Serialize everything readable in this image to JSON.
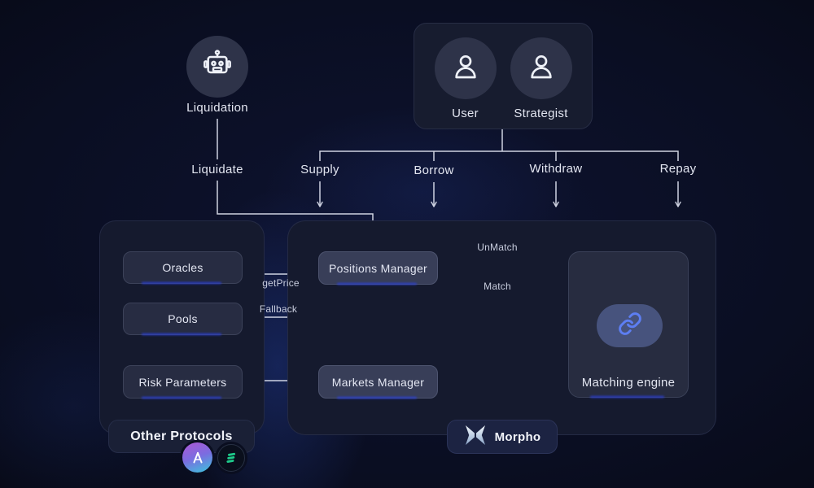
{
  "diagram": {
    "actors": {
      "liquidation": "Liquidation",
      "user": "User",
      "strategist": "Strategist"
    },
    "flows": {
      "liquidate": "Liquidate",
      "supply": "Supply",
      "borrow": "Borrow",
      "withdraw": "Withdraw",
      "repay": "Repay"
    },
    "other_protocols": {
      "badge": "Other Protocols",
      "boxes": {
        "oracles": "Oracles",
        "pools": "Pools",
        "risk_parameters": "Risk Parameters"
      },
      "icons": [
        "aave-icon",
        "compound-icon"
      ]
    },
    "morpho": {
      "badge": "Morpho",
      "boxes": {
        "positions_manager": "Positions Manager",
        "markets_manager": "Markets Manager"
      },
      "matching_engine": "Matching engine"
    },
    "edges": {
      "get_price": "getPrice",
      "fallback": "Fallback",
      "unmatch": "UnMatch",
      "match": "Match"
    },
    "colors": {
      "background": "#0a0e22",
      "panel": "#151a2e",
      "box": "#272c42",
      "box_highlight": "#383e58",
      "accent_blue_glow": "#2b41e0",
      "chain_icon_blue": "#5d7ef2",
      "compound_green": "#1ecd8c",
      "aave_purple": "#a55ad6",
      "aave_cyan": "#3fc0dc",
      "line": "#dfe3f0"
    }
  }
}
